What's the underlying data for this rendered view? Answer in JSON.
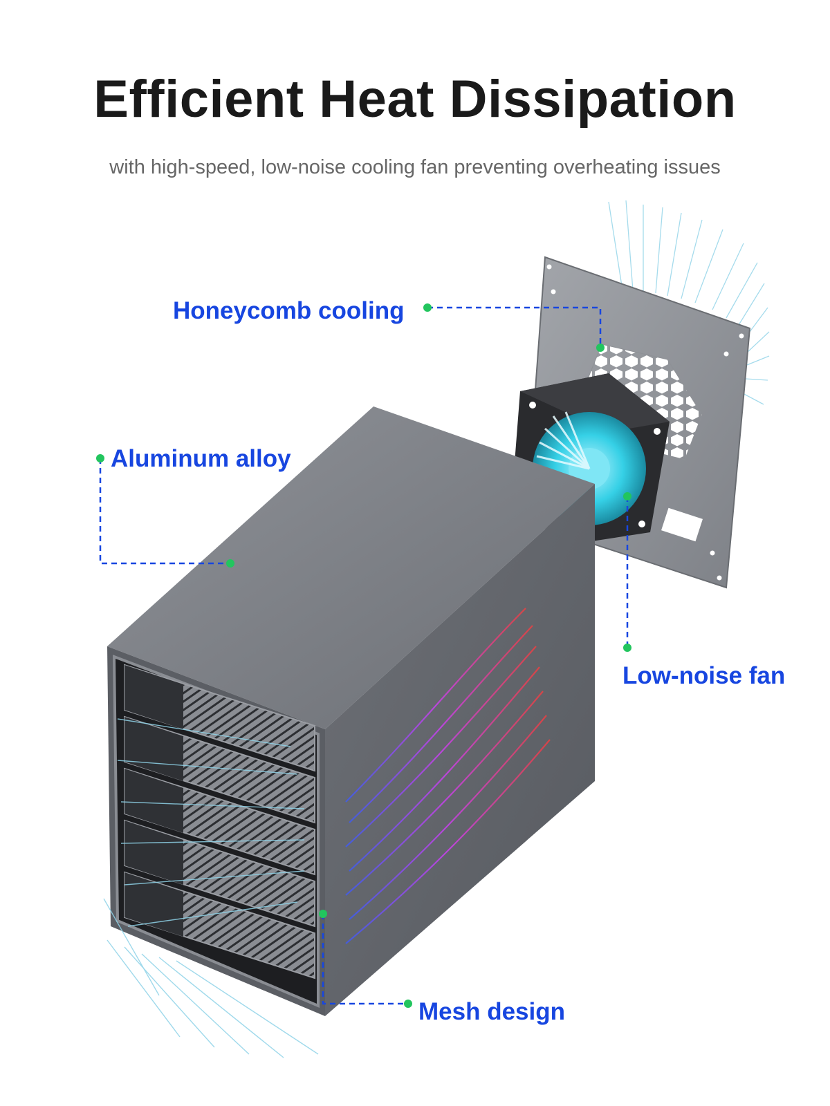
{
  "header": {
    "title": "Efficient Heat Dissipation",
    "subtitle": "with high-speed, low-noise cooling fan preventing overheating issues"
  },
  "callouts": {
    "honeycomb": "Honeycomb cooling",
    "aluminum": "Aluminum alloy",
    "fan": "Low-noise fan",
    "mesh": "Mesh design"
  },
  "colors": {
    "callout_text": "#1746e0",
    "leader_line": "#1746e0",
    "marker_dot": "#22c55e",
    "enclosure": "#7b7e84",
    "airflow": "#8fd3e8"
  },
  "product": {
    "drive_bays": 5
  }
}
